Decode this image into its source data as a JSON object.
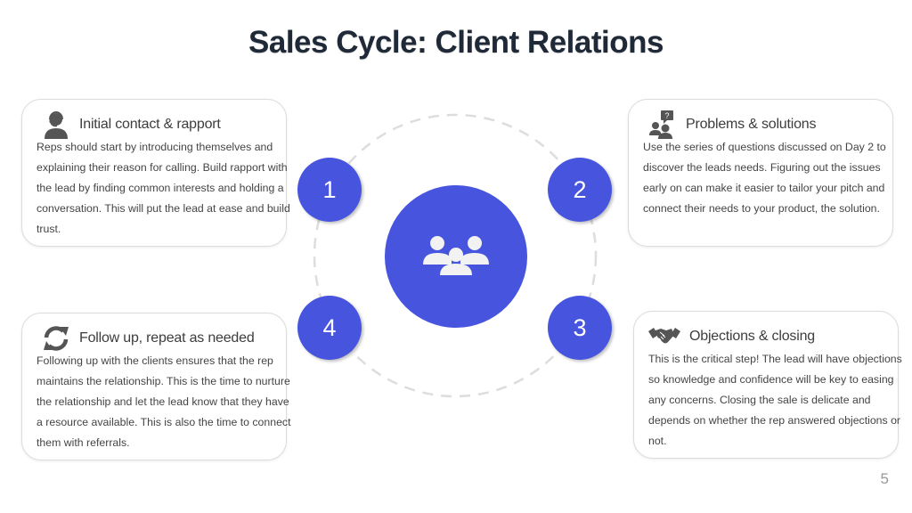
{
  "title": "Sales Cycle: Client Relations",
  "hub": {
    "icon": "group-of-people-icon"
  },
  "steps": [
    {
      "number": "1"
    },
    {
      "number": "2"
    },
    {
      "number": "3"
    },
    {
      "number": "4"
    }
  ],
  "cards": [
    {
      "icon": "headset-person-icon",
      "heading": "Initial contact & rapport",
      "body": "Reps should start by introducing themselves and explaining their reason for calling. Build rapport with the lead by finding common interests and holding a conversation. This will put the lead at ease and build trust."
    },
    {
      "icon": "people-question-icon",
      "heading": "Problems & solutions",
      "body": "Use the series of questions discussed on Day 2 to discover the leads needs. Figuring out the issues early on can make it easier to tailor your pitch and connect their needs to your product, the solution."
    },
    {
      "icon": "handshake-icon",
      "heading": "Objections & closing",
      "body": "This is the critical step! The lead will have objections so knowledge and confidence will be key to easing any concerns. Closing the sale is delicate and depends on whether the rep answered objections or not."
    },
    {
      "icon": "refresh-arrows-icon",
      "heading": "Follow up, repeat as needed",
      "body": "Following up with the clients ensures that the rep maintains the relationship. This is the time to nurture the relationship and let the lead know that they have a resource available. This is also the time to connect them with referrals."
    }
  ],
  "colors": {
    "accent": "#4755de",
    "title": "#1f2937",
    "text": "#444444",
    "icon": "#555555"
  },
  "page_number": "5"
}
